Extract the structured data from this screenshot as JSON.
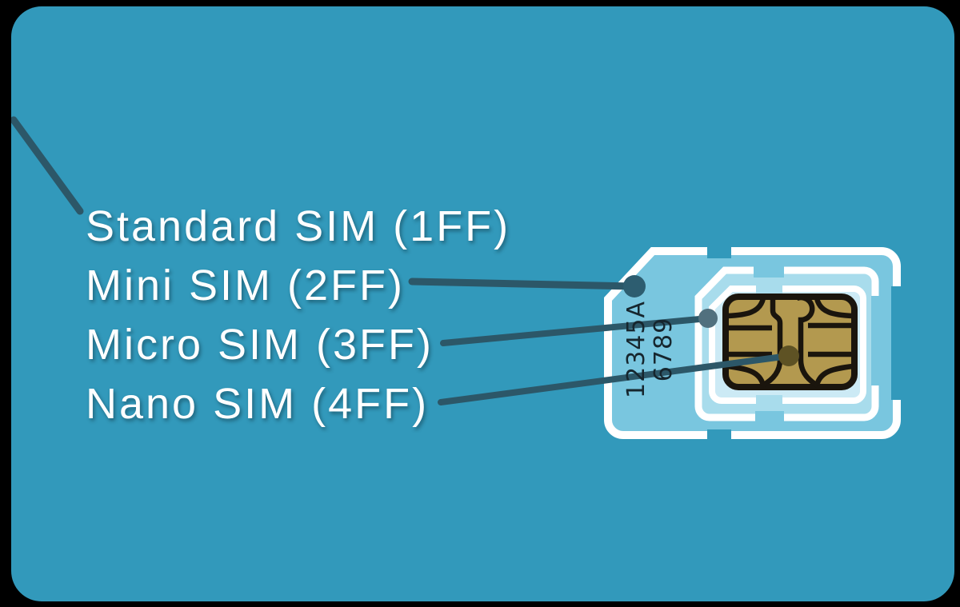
{
  "labels": [
    "Standard SIM (1FF)",
    "Mini SIM (2FF)",
    "Micro SIM (3FF)",
    "Nano SIM (4FF)"
  ],
  "card_number": {
    "line1": "12345A",
    "line2": "6789"
  },
  "colors": {
    "background": "#000000",
    "card": "#3299BB",
    "mini_fill": "#79C6DF",
    "micro_fill": "#A8DCEC",
    "nano_fill": "#CCEAF5",
    "outline": "#FFFFFF",
    "chip_gold": "#B3994F",
    "chip_line": "#1A150D",
    "leader_line": "#2C5768",
    "mini_dot": "#2D5D70",
    "micro_dot": "#51707E",
    "nano_dot": "#5E5224",
    "label_text": "#FFFFFF",
    "card_number_text": "#16262E"
  }
}
